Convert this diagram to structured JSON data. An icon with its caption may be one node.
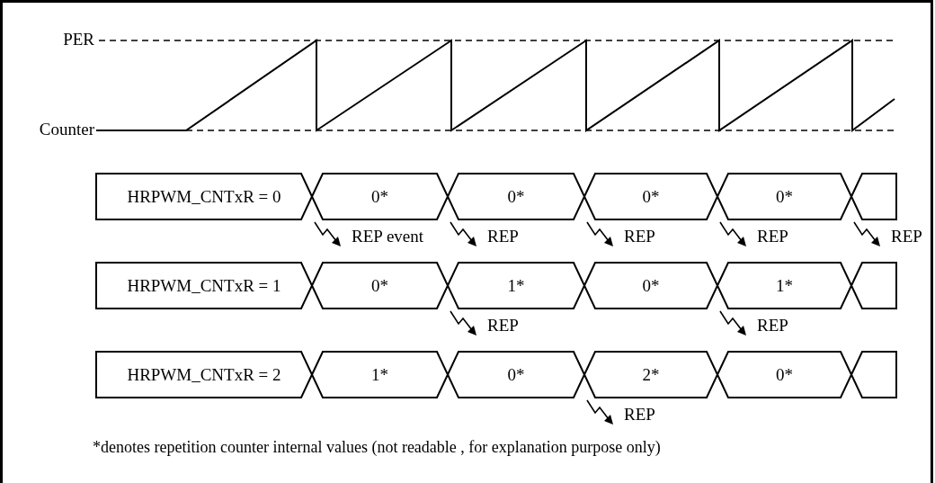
{
  "diagram": {
    "caption": "*denotes repetition counter internal values (not readable , for explanation purpose only)",
    "nodes": [
      {
        "text": [
          "HRPWM_CNTxR = 0"
        ]
      },
      {
        "text": [
          "0*"
        ]
      },
      {
        "text": [
          "0*"
        ]
      },
      {
        "text": [
          "0*"
        ]
      },
      {
        "text": [
          "0*"
        ]
      },
      {
        "text": [],
        "shape": "box"
      },
      {
        "text": [
          "HRPWM_CNTxR = 1"
        ]
      },
      {
        "text": [
          "0*"
        ]
      },
      {
        "text": [
          "1*"
        ]
      },
      {
        "text": [
          "0*"
        ]
      },
      {
        "text": [
          "1*"
        ]
      },
      {
        "text": [],
        "shape": "box"
      },
      {
        "text": [
          "HRPWM_CNTxR = 2"
        ]
      },
      {
        "text": [
          "1*"
        ]
      },
      {
        "text": [
          "0*"
        ]
      },
      {
        "text": [
          "2*"
        ]
      },
      {
        "text": [
          "0*"
        ]
      },
      {
        "text": [],
        "shape": "box"
      }
    ],
    "labels": [
      "PER",
      "Counter",
      "REP event",
      "REP",
      "REP",
      "REP",
      "REP",
      "REP",
      "REP",
      "REP"
    ]
  }
}
